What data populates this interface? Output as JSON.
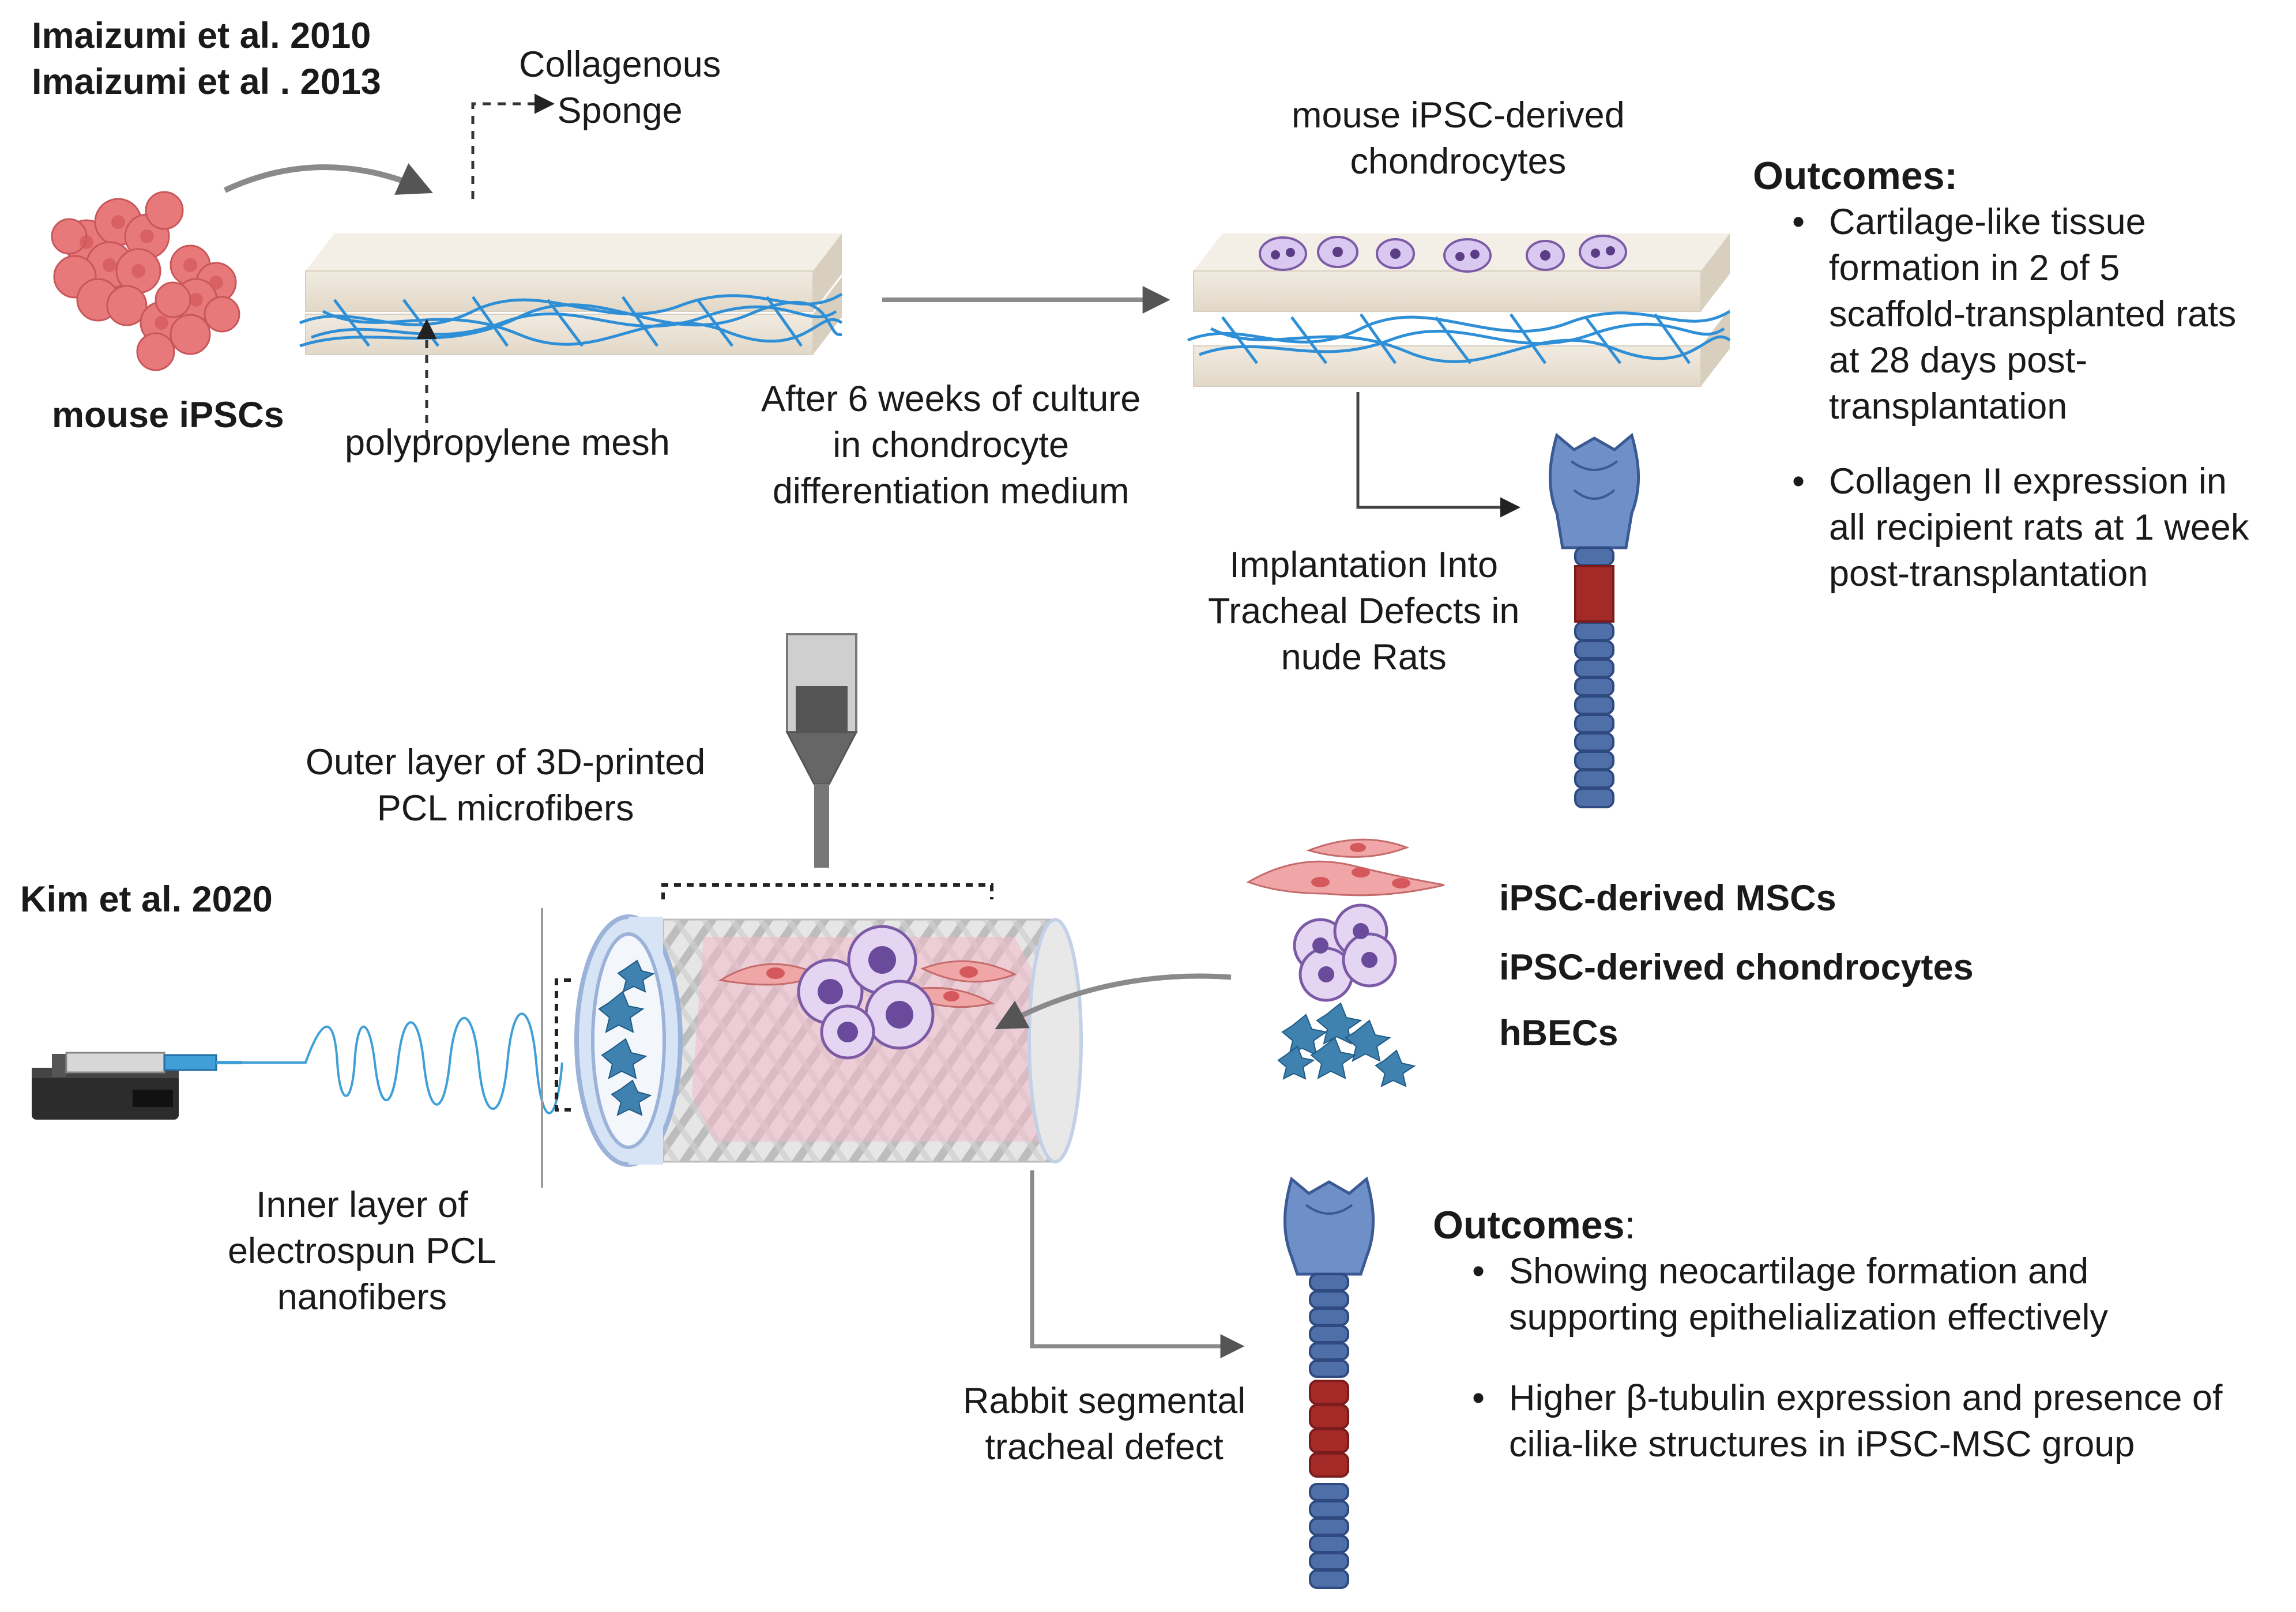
{
  "top": {
    "citations": [
      "Imaizumi et al. 2010",
      "Imaizumi et al . 2013"
    ],
    "cells_label": "mouse iPSCs",
    "sponge_label": "Collagenous\nSponge",
    "mesh_label": "polypropylene mesh",
    "culture_label": "After 6 weeks of culture\nin chondrocyte\ndifferentiation medium",
    "chondrocytes_label": "mouse iPSC-derived\nchondrocytes",
    "implant_label": "Implantation Into\nTracheal Defects in\nnude Rats",
    "outcomes_title": "Outcomes:",
    "outcomes": [
      "Cartilage-like tissue\nformation in 2 of 5\nscaffold-transplanted rats\nat 28 days post-\ntransplantation",
      "Collagen II expression in\nall recipient rats at 1 week\npost-transplantation"
    ]
  },
  "bottom": {
    "citation": "Kim et al. 2020",
    "outer_label": "Outer layer of 3D-printed\nPCL microfibers",
    "inner_label": "Inner layer of\nelectrospun PCL\nnanofibers",
    "cell_types": [
      "iPSC-derived MSCs",
      "iPSC-derived chondrocytes",
      "hBECs"
    ],
    "defect_label": "Rabbit segmental\ntracheal defect",
    "outcomes_title": "Outcomes",
    "outcomes_colon": ":",
    "outcomes": [
      "Showing neocartilage formation and\nsupporting epithelialization effectively",
      "Higher β-tubulin expression and presence of\ncilia-like structures in iPSC-MSC group"
    ]
  },
  "colors": {
    "trachea": "#4f6fa8",
    "defect": "#a42a28",
    "mesh": "#2f8fd6",
    "ipsc": "#e8797a",
    "chondrocyte": "#9b7cc0",
    "hbec": "#3f82b0",
    "scaffold_pink": "#f4b9c8"
  }
}
